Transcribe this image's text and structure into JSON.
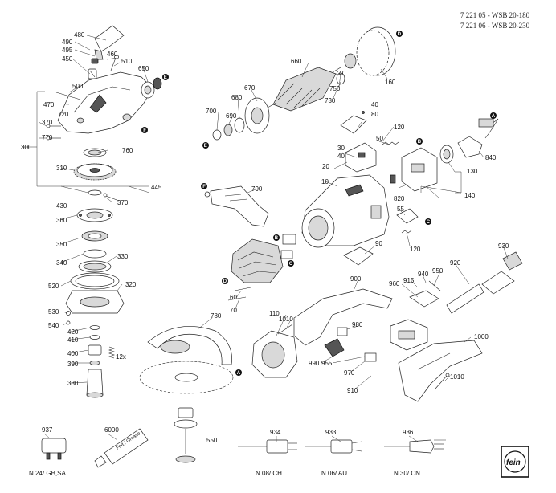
{
  "header": {
    "line1": "7 221 05 - WSB 20-180",
    "line2": "7 221 06 - WSB 20-230"
  },
  "colors": {
    "line": "#222222",
    "fill": "#ffffff",
    "shade": "#d9d9d9",
    "dark": "#555555"
  },
  "part_numbers": {
    "p480": "480",
    "p490": "490",
    "p495": "495",
    "p460": "460",
    "p450": "450",
    "p510": "510",
    "p500": "500",
    "p650": "650",
    "p470": "470",
    "p720": "720",
    "p370a": "370",
    "p770": "770",
    "p300": "300",
    "p760": "760",
    "p310": "310",
    "p445": "445",
    "p430": "430",
    "p370b": "370",
    "p360": "360",
    "p350": "350",
    "p340": "340",
    "p330": "330",
    "p520": "520",
    "p320": "320",
    "p530": "530",
    "p540": "540",
    "p420": "420",
    "p410": "410",
    "p400": "400",
    "p390": "390",
    "p380": "380",
    "p12x": "12x",
    "p660": "660",
    "p670": "670",
    "p680": "680",
    "p700": "700",
    "p690": "690",
    "p750": "750",
    "p740": "740",
    "p730": "730",
    "p160": "160",
    "p40": "40",
    "p80": "80",
    "p120a": "120",
    "p30": "30",
    "p40b": "40",
    "p20": "20",
    "p50": "50",
    "p10": "10",
    "p130": "130",
    "p840": "840",
    "p820": "820",
    "p140": "140",
    "p790": "790",
    "p55": "55",
    "p120b": "120",
    "p90": "90",
    "p930": "930",
    "p920": "920",
    "p950": "950",
    "p940": "940",
    "p915": "915",
    "p960": "960",
    "p900": "900",
    "p110": "110",
    "p1010a": "1010",
    "p980": "980",
    "p990": "990",
    "p955": "955",
    "p970": "970",
    "p910": "910",
    "p1000": "1000",
    "p1010b": "1010",
    "p780": "780",
    "p70": "70",
    "p60": "60",
    "p550": "550",
    "p937": "937",
    "p6000": "6000",
    "p934": "934",
    "p933": "933",
    "p936": "936"
  },
  "markers": {
    "a": "A",
    "b": "B",
    "c": "C",
    "d": "D",
    "e": "E",
    "f": "F"
  },
  "plug_captions": {
    "gb": "N 24/ GB,SA",
    "ch": "N 08/ CH",
    "au": "N 06/ AU",
    "cn": "N 30/ CN"
  },
  "tube_text": "Fett / Grease",
  "logo": "fein"
}
